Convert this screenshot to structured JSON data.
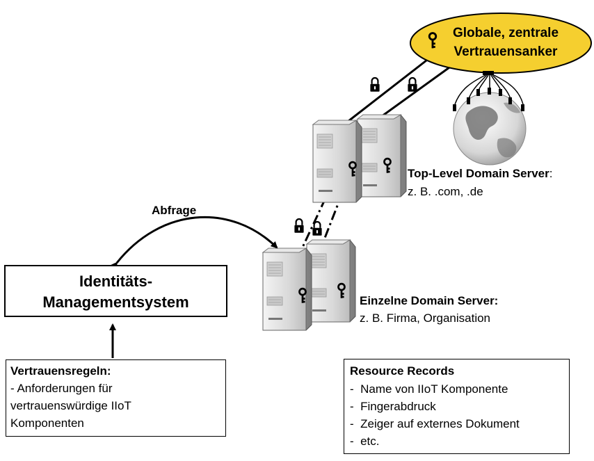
{
  "anchor": {
    "line1": "Globale, zentrale",
    "line2": "Vertrauensanker",
    "fill": "#F5CF2F"
  },
  "tld": {
    "title": "Top-Level Domain Server",
    "title_suffix": ":",
    "subtitle": "z. B. .com, .de"
  },
  "domain_server": {
    "title": "Einzelne Domain Server:",
    "subtitle": "z. B. Firma, Organisation"
  },
  "query_label": "Abfrage",
  "ims": {
    "line1": "Identitäts-",
    "line2": "Managementsystem"
  },
  "trust_rules": {
    "title": "Vertrauensregeln:",
    "lines": [
      "- Anforderungen für",
      "vertrauenswürdige IIoT",
      "Komponenten"
    ]
  },
  "resource_records": {
    "title": "Resource Records",
    "items": [
      "-  Name von IIoT Komponente",
      "-  Fingerabdruck",
      "-  Zeiger auf externes Dokument",
      "-  etc."
    ]
  }
}
